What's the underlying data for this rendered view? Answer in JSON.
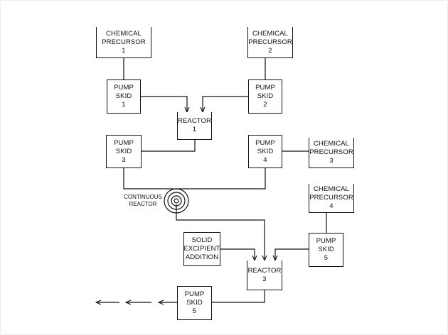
{
  "nodes": {
    "precursor_1": {
      "line1": "CHEMICAL",
      "line2": "PRECURSOR",
      "line3": "1"
    },
    "precursor_2": {
      "line1": "CHEMICAL",
      "line2": "PRECURSOR",
      "line3": "2"
    },
    "precursor_3": {
      "line1": "CHEMICAL",
      "line2": "PRECURSOR",
      "line3": "3"
    },
    "precursor_4": {
      "line1": "CHEMICAL",
      "line2": "PRECURSOR",
      "line3": "4"
    },
    "pump_skid_1a": {
      "line1": "PUMP",
      "line2": "SKID",
      "line3": "1"
    },
    "pump_skid_2": {
      "line1": "PUMP",
      "line2": "SKID",
      "line3": "2"
    },
    "reactor_1": {
      "line1": "REACTOR",
      "line2": "1"
    },
    "pump_skid_3": {
      "line1": "PUMP",
      "line2": "SKID",
      "line3": "3"
    },
    "pump_skid_4": {
      "line1": "PUMP",
      "line2": "SKID",
      "line3": "4"
    },
    "pump_skid_5a": {
      "line1": "PUMP",
      "line2": "SKID",
      "line3": "5"
    },
    "solid_excipient": {
      "line1": "SOLID",
      "line2": "EXCIPIENT",
      "line3": "ADDITION"
    },
    "reactor_3": {
      "line1": "REACTOR",
      "line2": "3"
    },
    "pump_skid_5b": {
      "line1": "PUMP",
      "line2": "SKID",
      "line3": "5"
    }
  },
  "continuous_reactor": {
    "line1": "CONTINUOUS",
    "line2": "REACTOR"
  }
}
